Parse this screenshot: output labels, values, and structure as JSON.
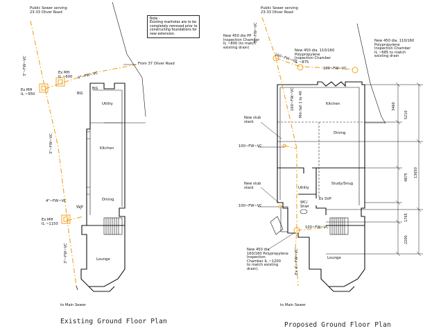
{
  "note": {
    "text": "Note -\nExisting manholes are to be\ncompletely removed prior to\nconstructing foundations for\nnew extension."
  },
  "existing": {
    "caption": "Existing Ground Floor Plan",
    "sewer_label": "Public Sewer serving\n23-33 Oliver Road",
    "from_label": "From 37 Oliver Road",
    "to_label": "to Main Sewer",
    "mh1": "Ex MH\nIL ~950",
    "mh2": "Ex MH\nIL ~600",
    "mh3": "Ex MH\nIL ~1150",
    "pipe_top": "4\"~FW~VC",
    "pipe_side": "4\"~FW~VC",
    "svp": "SVP",
    "big1": "BIG",
    "big2": "BIG",
    "run_top": "3\"~FW~VC",
    "run_mid": "3\"~FW~VC",
    "run_bot": "3\"~FW~VC",
    "rooms": {
      "utility": "Utility",
      "kitchen": "Kitchen",
      "dining": "Dining",
      "lounge": "Lounge"
    }
  },
  "proposed": {
    "caption": "Proposed Ground Floor Plan",
    "sewer_label": "Public Sewer serving\n23-33 Oliver Road",
    "to_label": "to Main Sewer",
    "ic_left": "New 450 dia PP\nInspection Chamber\nIL ~800 (to match\nexisting drain)",
    "ic_mid": "New 450 dia. 110/160\nPolypropylene\nInspection Chamber\nIL ~875",
    "ic_right": "New 450 dia. 110/160\nPolypropylene\nInspection Chamber\nIL ~685 to match\nexisting drain",
    "ic_bottom": "New 450 dia.\n160/160 Polypropylene\nInspection\nChamber IL ~1200\nto match existing\ndrain).",
    "stub1": "New stub\nstack",
    "stub2": "New stub\nstack",
    "fw_left1": "100~FW~VC",
    "fw_left2": "100~FW~VC",
    "fw_top": "100~FW~VC",
    "fw_run": "160~FW~VC",
    "fw_bottom": "100~FW~VC",
    "fw_vert": "160~FW~VC",
    "fall": "Min fall 1 to 40",
    "wc": "WC/\nShwr",
    "ex_svp": "Ex SVP",
    "run_top": "3\"~FW~VC",
    "run_bot": "Ex 4\"~FW~VC",
    "rooms": {
      "kitchen": "Kitchen",
      "dining": "Dining",
      "utility": "Utility",
      "study": "Study/Snug",
      "lounge": "Lounge"
    },
    "dims": {
      "d1": "3460",
      "d2": "5210",
      "d3": "4875",
      "d4": "1765",
      "d5": "2200",
      "total": "13650"
    }
  }
}
